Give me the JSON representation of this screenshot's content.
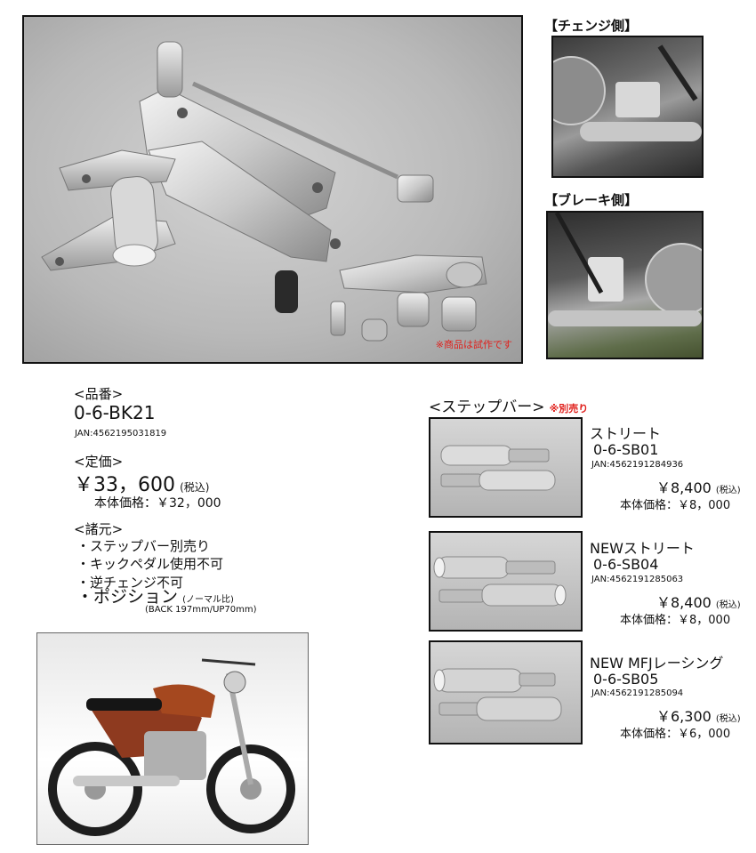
{
  "main_photo": {
    "note": "※商品は試作です"
  },
  "side_photos": [
    {
      "caption": "【チェンジ側】"
    },
    {
      "caption": "【ブレーキ側】"
    }
  ],
  "product": {
    "part_no_label": "<品番>",
    "part_no": "0-6-BK21",
    "jan": "JAN:4562195031819",
    "price_label": "<定価>",
    "price": "￥33，600",
    "price_tax": "(税込)",
    "base_price": "本体価格：￥32，000",
    "spec_label": "<諸元>",
    "specs": [
      "・ステップバー別売り",
      "・キックペダル使用不可",
      "・逆チェンジ不可",
      "・ポジション"
    ],
    "position_note": "(ノーマル比)",
    "position_detail": "(BACK 197mm/UP70mm)"
  },
  "step_bars": {
    "header": "<ステップバー>",
    "header_note": "※別売り",
    "items": [
      {
        "name": "ストリート",
        "code": "0-6-SB01",
        "jan": "JAN:4562191284936",
        "price": "￥8,400",
        "tax": "(税込)",
        "base": "本体価格：￥8，000"
      },
      {
        "name": "NEWストリート",
        "code": "0-6-SB04",
        "jan": "JAN:4562191285063",
        "price": "￥8,400",
        "tax": "(税込)",
        "base": "本体価格：￥8，000"
      },
      {
        "name": "NEW MFJレーシング",
        "code": "0-6-SB05",
        "jan": "JAN:4562191285094",
        "price": "￥6,300",
        "tax": "(税込)",
        "base": "本体価格：￥6，000"
      }
    ]
  }
}
